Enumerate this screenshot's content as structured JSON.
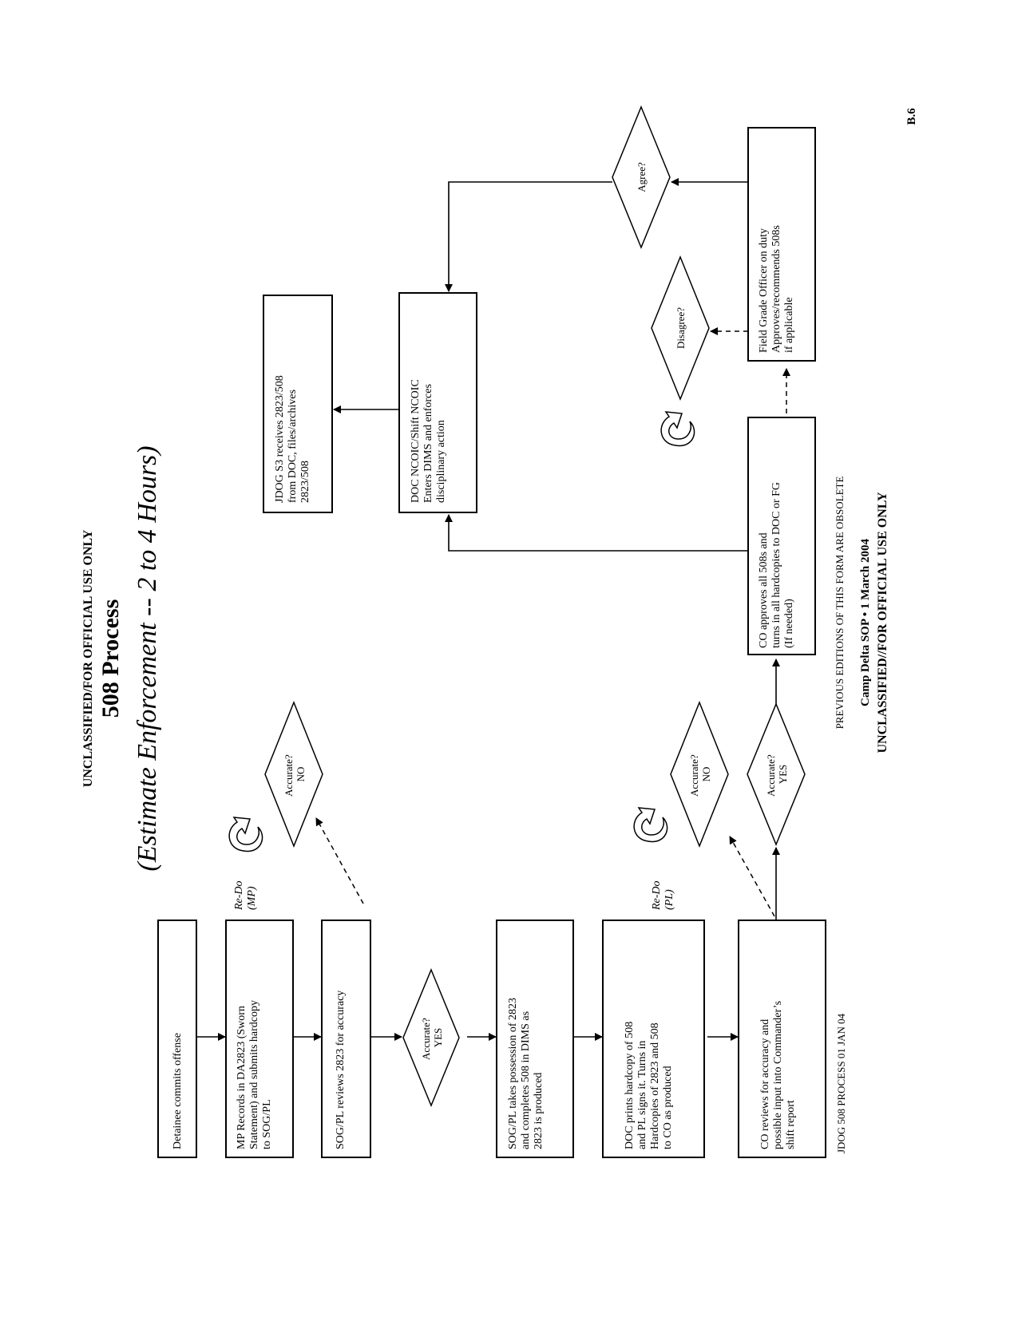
{
  "header": {
    "classification": "UNCLASSIFIED/FOR OFFICIAL USE ONLY",
    "title": "508 Process",
    "subtitle": "(Estimate Enforcement -- 2 to 4 Hours)"
  },
  "steps": {
    "detainee": [
      "Detainee commits offense"
    ],
    "mp_records": [
      "MP Records in DA2823 (Sworn",
      "Statement) and submits hardcopy",
      "to SOG/PL"
    ],
    "sog_reviews": [
      "SOG/PL reviews 2823 for accuracy"
    ],
    "sog_possession": [
      "SOG/PL takes possession of 2823",
      "and completes 508 in DIMS as",
      "2823 is produced"
    ],
    "doc_prints": [
      "DOC prints hardcopy of 508",
      "and PL signs it.  Turns in",
      "Hardcopies of 2823 and 508",
      "to CO as produced"
    ],
    "co_reviews": [
      "CO reviews for accuracy and",
      "possible input into Commander’s",
      "shift report"
    ],
    "co_approves": [
      "CO approves all 508s and",
      "turns in all hardcopies to DOC or FG",
      "(If needed)"
    ],
    "doc_ncoic": [
      "DOC NCOIC/Shift NCOIC",
      "Enters DIMS and enforces",
      "disciplinary action"
    ],
    "jdog_s3": [
      "JDOG S3 receives 2823/508",
      "from DOC, files/archives",
      "2823/508"
    ],
    "field_grade": [
      "Field Grade Officer on duty",
      "Approves/recommends 508s",
      "if applicable"
    ]
  },
  "decisions": {
    "accurate_yes_1": [
      "Accurate?",
      "YES"
    ],
    "accurate_no_1": [
      "Accurate?",
      "NO"
    ],
    "accurate_no_2": [
      "Accurate?",
      "NO"
    ],
    "accurate_yes_2": [
      "Accurate?",
      "YES"
    ],
    "disagree": [
      "Disagree?"
    ],
    "agree": [
      "Agree?"
    ]
  },
  "redo": {
    "mp": [
      "Re-Do",
      "(MP)"
    ],
    "pl": [
      "Re-Do",
      "(PL)"
    ]
  },
  "footer": {
    "form_id": "JDOG 508 PROCESS  01 JAN 04",
    "previous_editions": "PREVIOUS EDITIONS OF THIS FORM ARE OBSOLETE",
    "sop": "Camp Delta SOP • 1 March 2004",
    "classification": "UNCLASSIFIED//FOR OFFICIAL USE ONLY",
    "page_number": "B.6"
  }
}
